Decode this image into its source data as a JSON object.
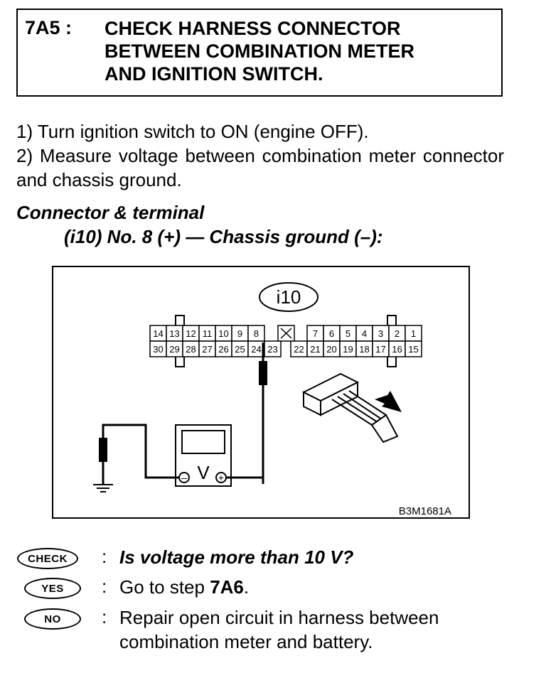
{
  "header": {
    "step_code": "7A5 :",
    "title_lines": [
      "CHECK HARNESS CONNECTOR",
      "BETWEEN COMBINATION METER",
      "AND IGNITION SWITCH."
    ]
  },
  "steps": {
    "step1": "1)  Turn ignition switch to ON (engine OFF).",
    "step2": "2)  Measure voltage between combination meter connector and chassis ground."
  },
  "connector": {
    "label": "Connector & terminal",
    "terminal": "(i10) No. 8 (+) — Chassis ground (–):"
  },
  "diagram": {
    "connector_id": "i10",
    "top_row": [
      "14",
      "13",
      "12",
      "11",
      "10",
      "9",
      "8",
      "",
      "7",
      "6",
      "5",
      "4",
      "3",
      "2",
      "1"
    ],
    "bottom_row": [
      "30",
      "29",
      "28",
      "27",
      "26",
      "25",
      "24",
      "23",
      "22",
      "21",
      "20",
      "19",
      "18",
      "17",
      "16",
      "15"
    ],
    "meter_symbol": "V",
    "minus_symbol": "–",
    "plus_symbol": "+",
    "figure_code": "B3M1681A"
  },
  "results": {
    "check_badge": "CHECK",
    "check_text": "Is voltage more than 10 V?",
    "yes_badge": "YES",
    "yes_prefix": "Go to step ",
    "yes_step": "7A6",
    "yes_suffix": ".",
    "no_badge": "NO",
    "no_line1": "Repair open circuit in harness between",
    "no_line2": "combination meter and battery.",
    "colon": ":"
  }
}
